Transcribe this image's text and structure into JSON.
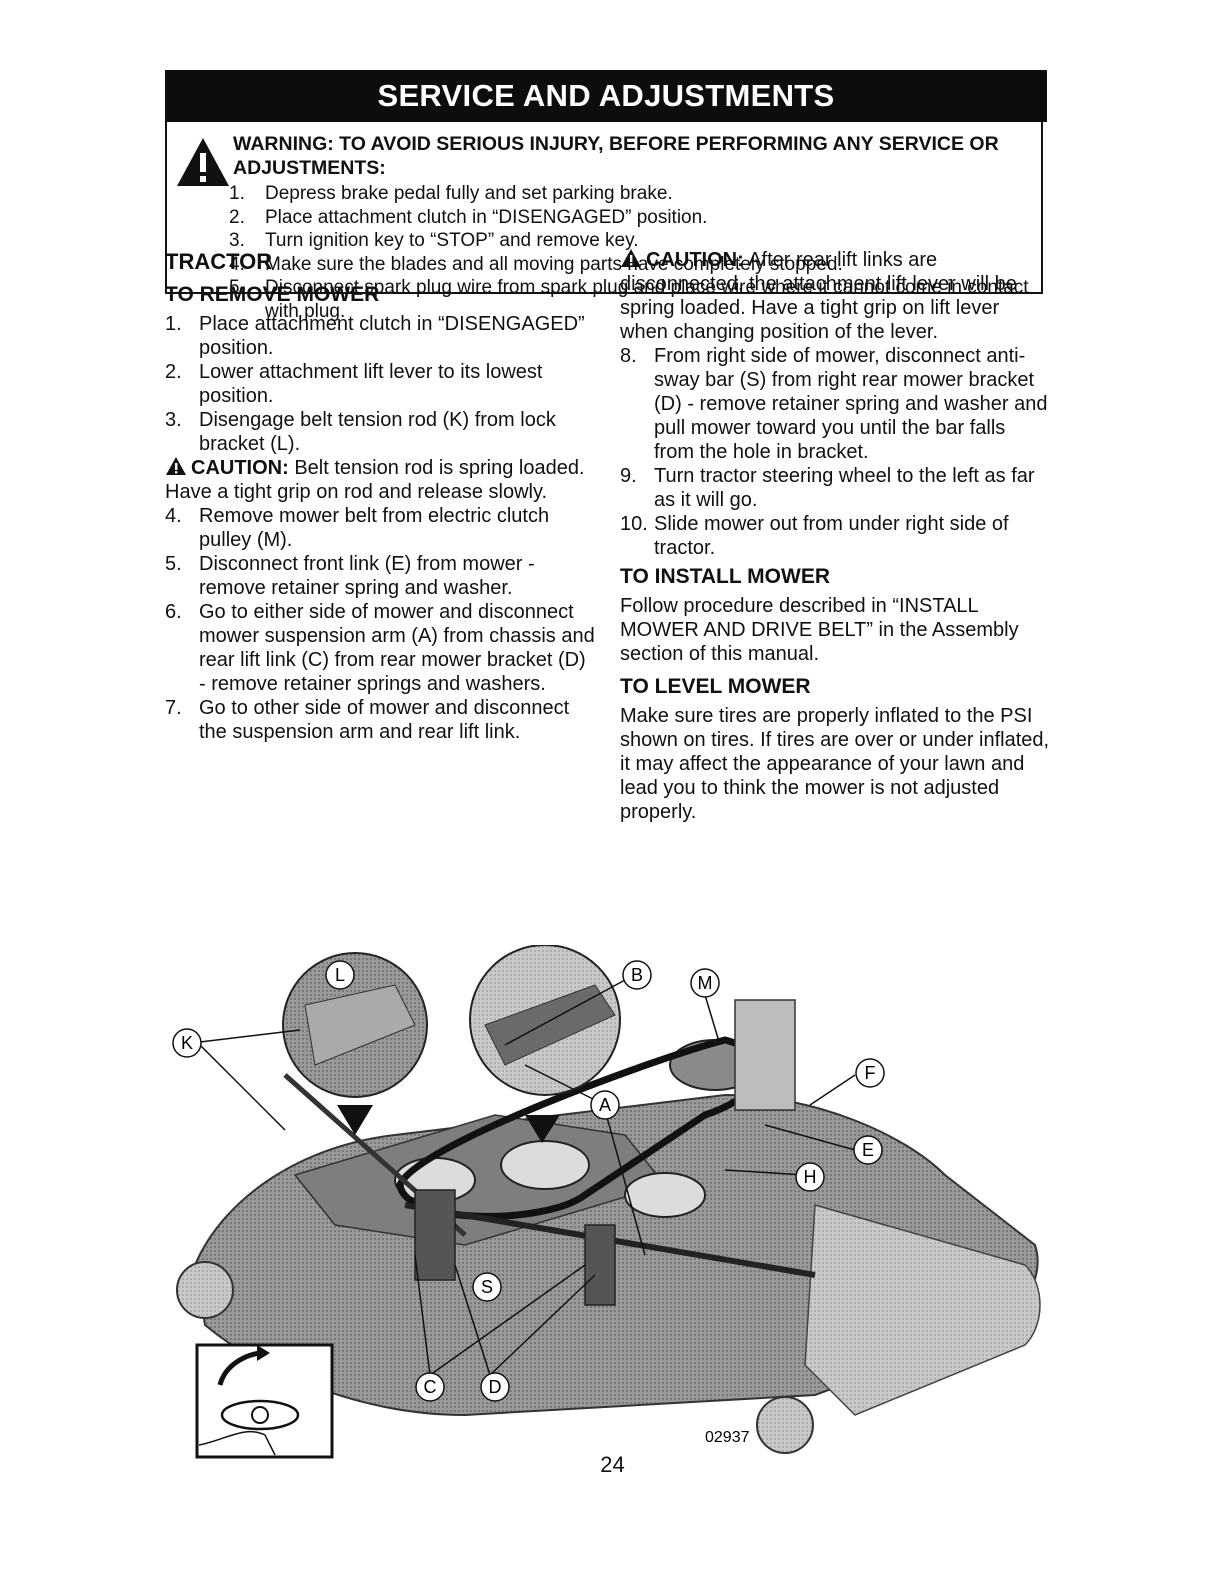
{
  "header": {
    "title": "SERVICE AND ADJUSTMENTS"
  },
  "warning": {
    "title": "WARNING: TO AVOID SERIOUS INJURY, BEFORE PERFORMING ANY SERVICE OR ADJUSTMENTS:",
    "items": [
      {
        "num": "1.",
        "text": "Depress brake pedal fully and set parking brake."
      },
      {
        "num": "2.",
        "text": "Place attachment clutch in “DISENGAGED” position."
      },
      {
        "num": "3.",
        "text": "Turn ignition key to “STOP” and remove key."
      },
      {
        "num": "4.",
        "text": "Make sure the blades and all moving parts have completely stopped."
      },
      {
        "num": "5.",
        "text": "Disconnect spark plug wire from spark plug and place wire where it cannot come in contact with plug."
      }
    ]
  },
  "left": {
    "section": "TRACTOR",
    "subtitle": "TO REMOVE MOWER",
    "steps_a": [
      {
        "num": "1.",
        "text": "Place attachment clutch in “DISENGAGED” position."
      },
      {
        "num": "2.",
        "text": "Lower attachment lift lever to its lowest position."
      },
      {
        "num": "3.",
        "text": "Disengage belt tension rod (K) from lock bracket (L)."
      }
    ],
    "caution_label": "CAUTION:",
    "caution_text": " Belt tension rod is spring loaded. Have a tight grip on rod and release slowly.",
    "steps_b": [
      {
        "num": "4.",
        "text": "Remove mower belt from electric clutch pulley (M)."
      },
      {
        "num": "5.",
        "text": "Disconnect front link (E) from mower - remove retainer spring and washer."
      },
      {
        "num": "6.",
        "text": "Go to either side of mower and disconnect mower suspension arm (A) from chassis and rear lift link (C) from rear mower bracket (D) - remove retainer springs and washers."
      },
      {
        "num": "7.",
        "text": "Go to other side of mower and disconnect the suspension arm and rear lift link."
      }
    ]
  },
  "right": {
    "caution_label": "CAUTION:",
    "caution_text": " After rear lift links are disconnected, the attachment lift lever will be spring loaded. Have a tight grip on lift lever when changing position of the lever.",
    "steps": [
      {
        "num": "8.",
        "text": "From right side of mower, disconnect anti-sway bar (S) from right rear mower bracket (D) - remove retainer spring and washer and pull mower toward you until the bar falls from the hole in bracket."
      },
      {
        "num": "9.",
        "text": "Turn tractor steering wheel to the left as far as it will go."
      },
      {
        "num": "10.",
        "text": "Slide mower out from under right side of tractor."
      }
    ],
    "install_title": "TO INSTALL MOWER",
    "install_text": "Follow procedure described in “INSTALL MOWER AND DRIVE BELT” in the Assembly section of this manual.",
    "level_title": "TO LEVEL MOWER",
    "level_text": "Make sure tires are properly inflated to the PSI shown on tires. If tires are over or under inflated, it may affect the appearance of your lawn and lead you to think the mower is not adjusted properly."
  },
  "figure": {
    "labels": [
      "L",
      "K",
      "B",
      "M",
      "A",
      "F",
      "E",
      "H",
      "S",
      "C",
      "D"
    ],
    "part_number": "02937"
  },
  "footer": {
    "page_number": "24"
  }
}
